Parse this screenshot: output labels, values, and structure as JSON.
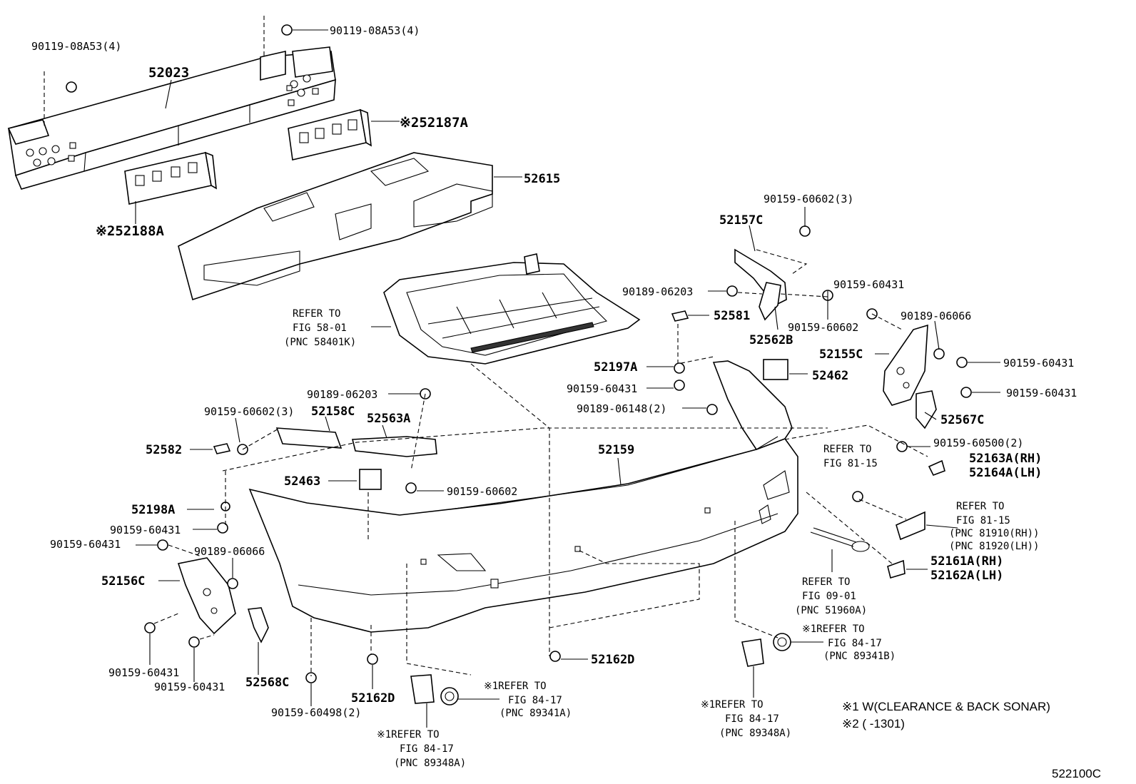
{
  "labels": {
    "bolt_top_right": "90119-08A53(4)",
    "bolt_top_left": "90119-08A53(4)",
    "reinforcement": "52023",
    "retainer_upper": "※252187A",
    "retainer_lower": "※252188A",
    "absorber": "52615",
    "refer_58_1": "REFER TO",
    "refer_58_2": "FIG 58-01",
    "refer_58_3": "(PNC 58401K)",
    "clip_3_top": "90159-60602(3)",
    "bracket_52157c": "52157C",
    "screw_06203_r": "90189-06203",
    "screw_60431_r1": "90159-60431",
    "pad_52581": "52581",
    "screw_60602_r": "90159-60602",
    "bracket_52562b": "52562B",
    "screw_06066_r": "90189-06066",
    "bracket_52155c": "52155C",
    "screw_60431_r2": "90159-60431",
    "screw_60431_r3": "90159-60431",
    "bracket_52567c": "52567C",
    "clip_52197a": "52197A",
    "screw_60431_m": "90159-60431",
    "screw_06148": "90189-06148(2)",
    "pad_52462": "52462",
    "screw_06203_l": "90189-06203",
    "clip_3_left": "90159-60602(3)",
    "bracket_52158c": "52158C",
    "bracket_52563a": "52563A",
    "pad_52582": "52582",
    "cover_52159": "52159",
    "pad_52463": "52463",
    "screw_60602_l": "90159-60602",
    "clip_52198a": "52198A",
    "screw_60431_l1": "90159-60431",
    "screw_60431_l2": "90159-60431",
    "screw_06066_l": "90189-06066",
    "bracket_52156c": "52156C",
    "screw_60500": "90159-60500(2)",
    "refer_8115a_1": "REFER TO",
    "refer_8115a_2": "FIG 81-15",
    "refl_rh": "52163A(RH)",
    "refl_lh": "52164A(LH)",
    "refer_8115b_1": "REFER TO",
    "refer_8115b_2": "FIG 81-15",
    "refer_8115b_3": "(PNC 81910(RH))",
    "refer_8115b_4": "(PNC 81920(LH))",
    "cap_rh": "52161A(RH)",
    "cap_lh": "52162A(LH)",
    "refer_0901_1": "REFER TO",
    "refer_0901_2": "FIG 09-01",
    "refer_0901_3": "(PNC 51960A)",
    "sonar_r_1": "※1REFER TO",
    "sonar_r_2": "FIG 84-17",
    "sonar_r_3": "(PNC 89341B)",
    "clip_52162d_r": "52162D",
    "screw_60431_l3": "90159-60431",
    "screw_60431_l4": "90159-60431",
    "bracket_52568c": "52568C",
    "screw_60498": "90159-60498(2)",
    "clip_52162d_l": "52162D",
    "sonar_l_1": "※1REFER TO",
    "sonar_l_2": "FIG 84-17",
    "sonar_l_3": "(PNC 89341A)",
    "sonar_lb_1": "※1REFER TO",
    "sonar_lb_2": "FIG 84-17",
    "sonar_lb_3": "(PNC 89348A)",
    "sonar_rb_1": "※1REFER TO",
    "sonar_rb_2": "FIG 84-17",
    "sonar_rb_3": "(PNC 89348A)",
    "note_1": "※1 W(CLEARANCE & BACK SONAR)",
    "note_2": "※2 (        -1301)",
    "fig_code": "522100C"
  }
}
